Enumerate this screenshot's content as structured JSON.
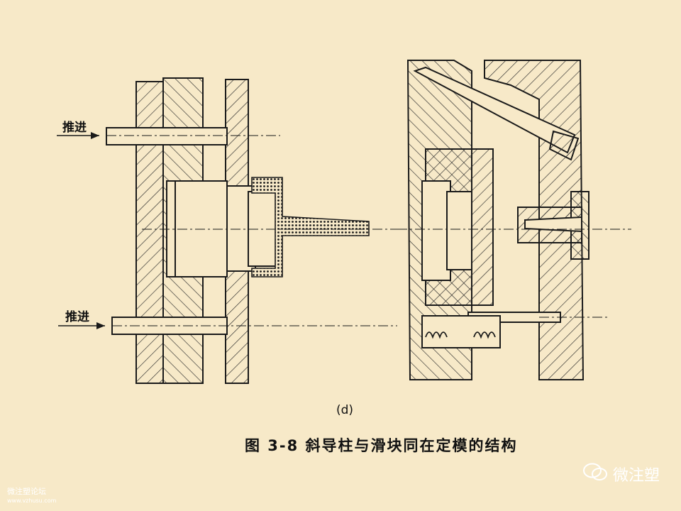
{
  "labels": {
    "push_top": "推进",
    "push_bottom": "推进",
    "sub_label": "(d)",
    "caption": "图 3-8   斜导柱与滑块同在定模的结构"
  },
  "watermarks": {
    "wechat_name": "微注塑",
    "forum_name": "微注塑论坛",
    "forum_url": "www.vzhusu.com"
  },
  "colors": {
    "background": "#f7e9c8",
    "ink": "#1a1a1a",
    "hatch": "#2a2a2a"
  }
}
